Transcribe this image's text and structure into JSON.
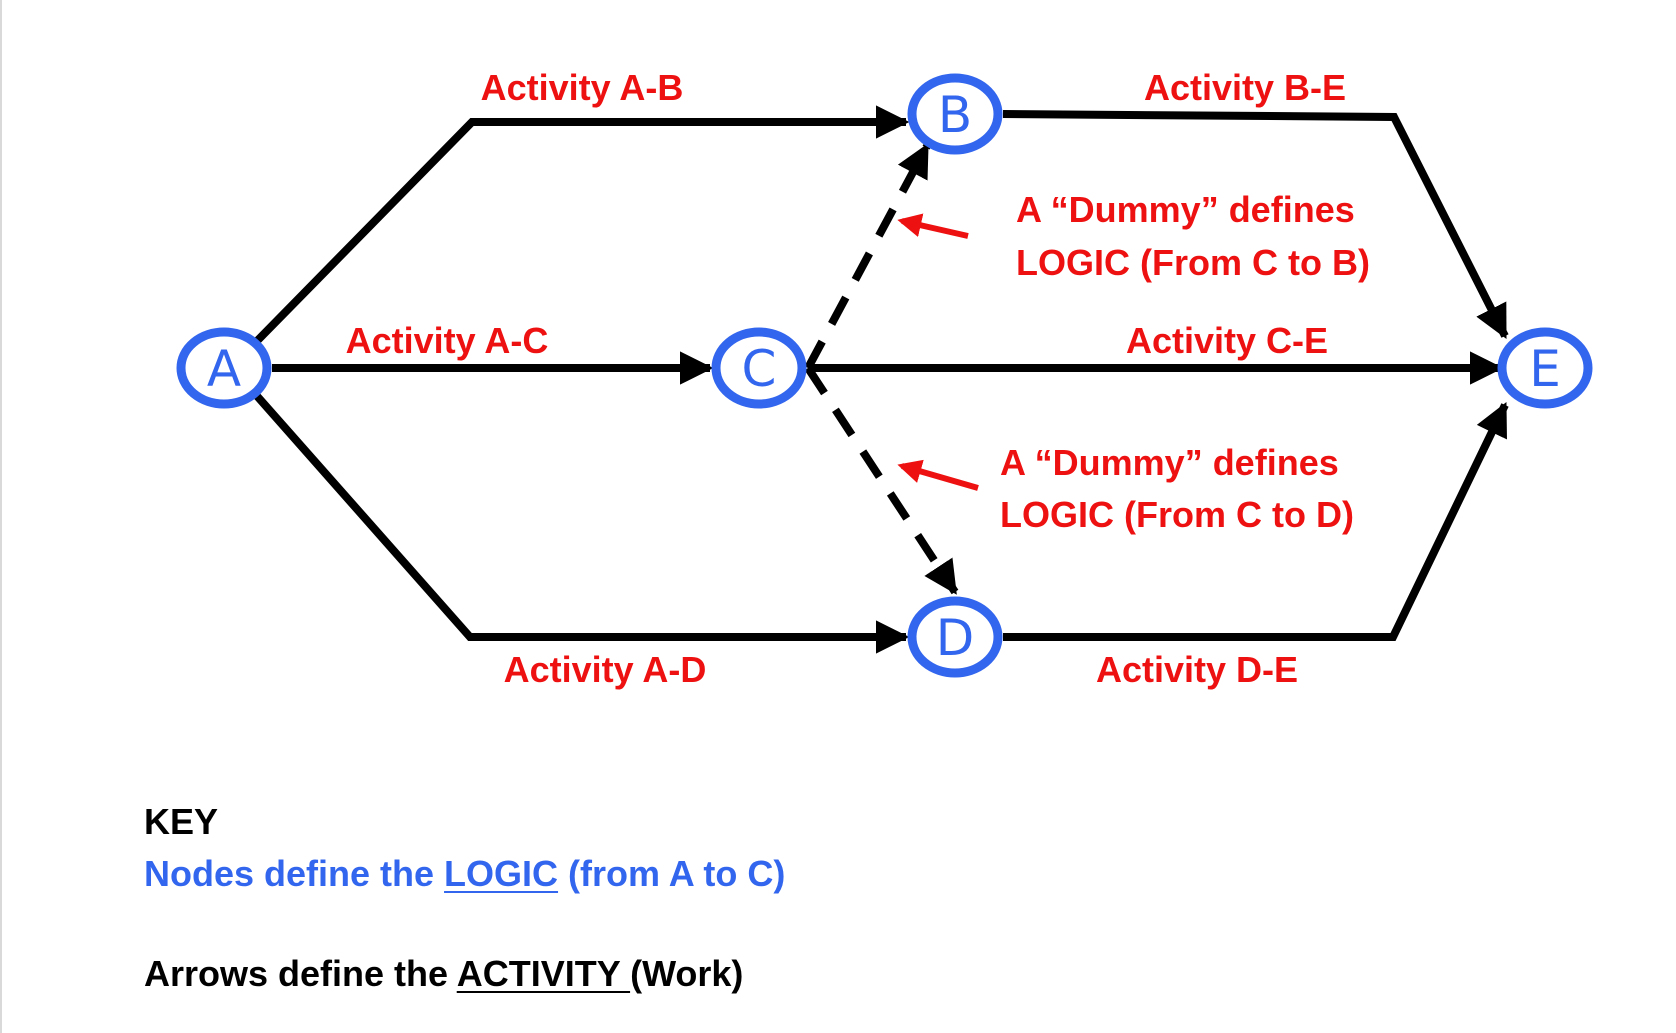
{
  "colors": {
    "node": "#3366ee",
    "activity_arrow": "#000000",
    "label": "#ee1111",
    "key_nodes_text": "#3366ee",
    "key_text": "#000000"
  },
  "nodes": [
    {
      "id": "A",
      "label": "A"
    },
    {
      "id": "B",
      "label": "B"
    },
    {
      "id": "C",
      "label": "C"
    },
    {
      "id": "D",
      "label": "D"
    },
    {
      "id": "E",
      "label": "E"
    }
  ],
  "activities": [
    {
      "id": "ab",
      "from": "A",
      "to": "B",
      "label": "Activity A-B"
    },
    {
      "id": "ac",
      "from": "A",
      "to": "C",
      "label": "Activity A-C"
    },
    {
      "id": "ad",
      "from": "A",
      "to": "D",
      "label": "Activity A-D"
    },
    {
      "id": "be",
      "from": "B",
      "to": "E",
      "label": "Activity B-E"
    },
    {
      "id": "ce",
      "from": "C",
      "to": "E",
      "label": "Activity C-E"
    },
    {
      "id": "de",
      "from": "D",
      "to": "E",
      "label": "Activity D-E"
    }
  ],
  "dummies": [
    {
      "id": "cb",
      "from": "C",
      "to": "B",
      "note_line1": "A “Dummy” defines",
      "note_line2": "LOGIC (From C to B)"
    },
    {
      "id": "cd",
      "from": "C",
      "to": "D",
      "note_line1": "A “Dummy” defines",
      "note_line2": "LOGIC (From C to D)"
    }
  ],
  "key": {
    "title": "KEY",
    "nodes_line_prefix": "Nodes define the ",
    "nodes_line_emph": "LOGIC",
    "nodes_line_suffix": " (from A to C)",
    "arrows_line_prefix": "Arrows define the ",
    "arrows_line_emph": "ACTIVITY ",
    "arrows_line_suffix": "(Work)"
  }
}
